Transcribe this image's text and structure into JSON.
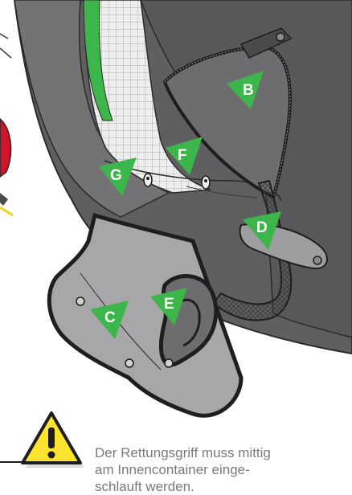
{
  "labels": {
    "b": "B",
    "c": "C",
    "d": "D",
    "e": "E",
    "f": "F",
    "g": "G"
  },
  "warning": {
    "icon": "warning-triangle-icon",
    "lines": [
      "Der Rettungsgriff muss mittig",
      "am Innencontainer einge-",
      "schlauft werden."
    ]
  },
  "colors": {
    "container_dark": "#5f5f61",
    "container_mid": "#6d6d6f",
    "pad_light": "#a7a7a9",
    "accent_green": "#3cb54a",
    "grid_panel": "#e6e6e6",
    "handle_red": "#d0152a",
    "cord_yellow": "#f2d21a",
    "warning_yellow": "#fde22e",
    "text_gray": "#7a7a7a"
  }
}
